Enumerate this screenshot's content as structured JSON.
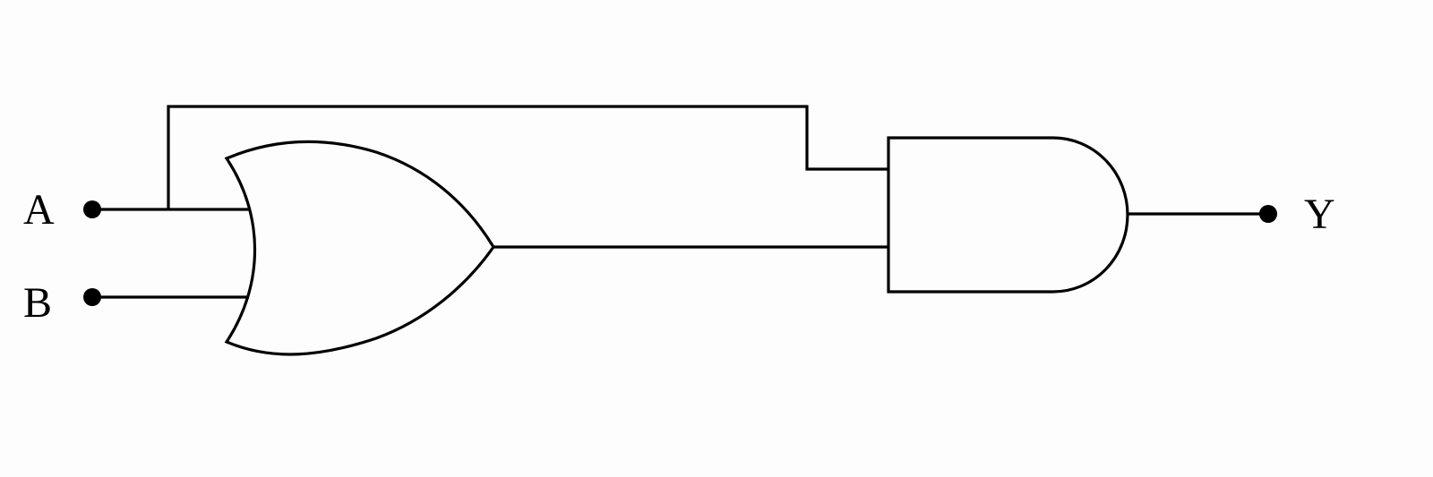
{
  "diagram": {
    "inputs": [
      {
        "id": "A",
        "label": "A"
      },
      {
        "id": "B",
        "label": "B"
      }
    ],
    "outputs": [
      {
        "id": "Y",
        "label": "Y"
      }
    ],
    "gates": [
      {
        "id": "or-gate",
        "type": "OR",
        "inputs": [
          "A",
          "B"
        ]
      },
      {
        "id": "and-gate",
        "type": "AND",
        "inputs": [
          "A",
          "or-gate"
        ],
        "output": "Y"
      }
    ],
    "colors": {
      "line": "#000000",
      "background": "#fdfdfd"
    }
  }
}
